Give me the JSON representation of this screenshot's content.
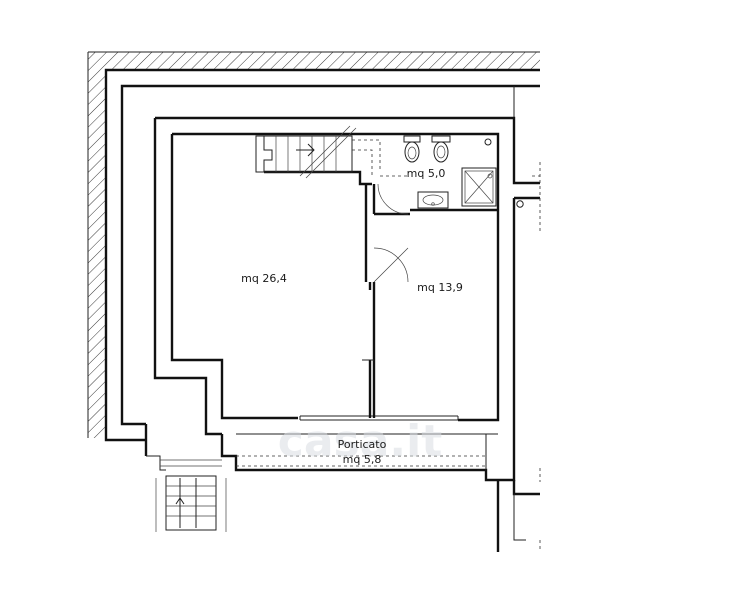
{
  "rooms": [
    {
      "id": "living",
      "area_label": "mq 26,4"
    },
    {
      "id": "bedroom",
      "area_label": "mq 13,9"
    },
    {
      "id": "bathroom",
      "area_label": "mq 5,0"
    }
  ],
  "porch": {
    "name": "Porticato",
    "area_label": "mq 5,8"
  },
  "watermark": "casa.it"
}
